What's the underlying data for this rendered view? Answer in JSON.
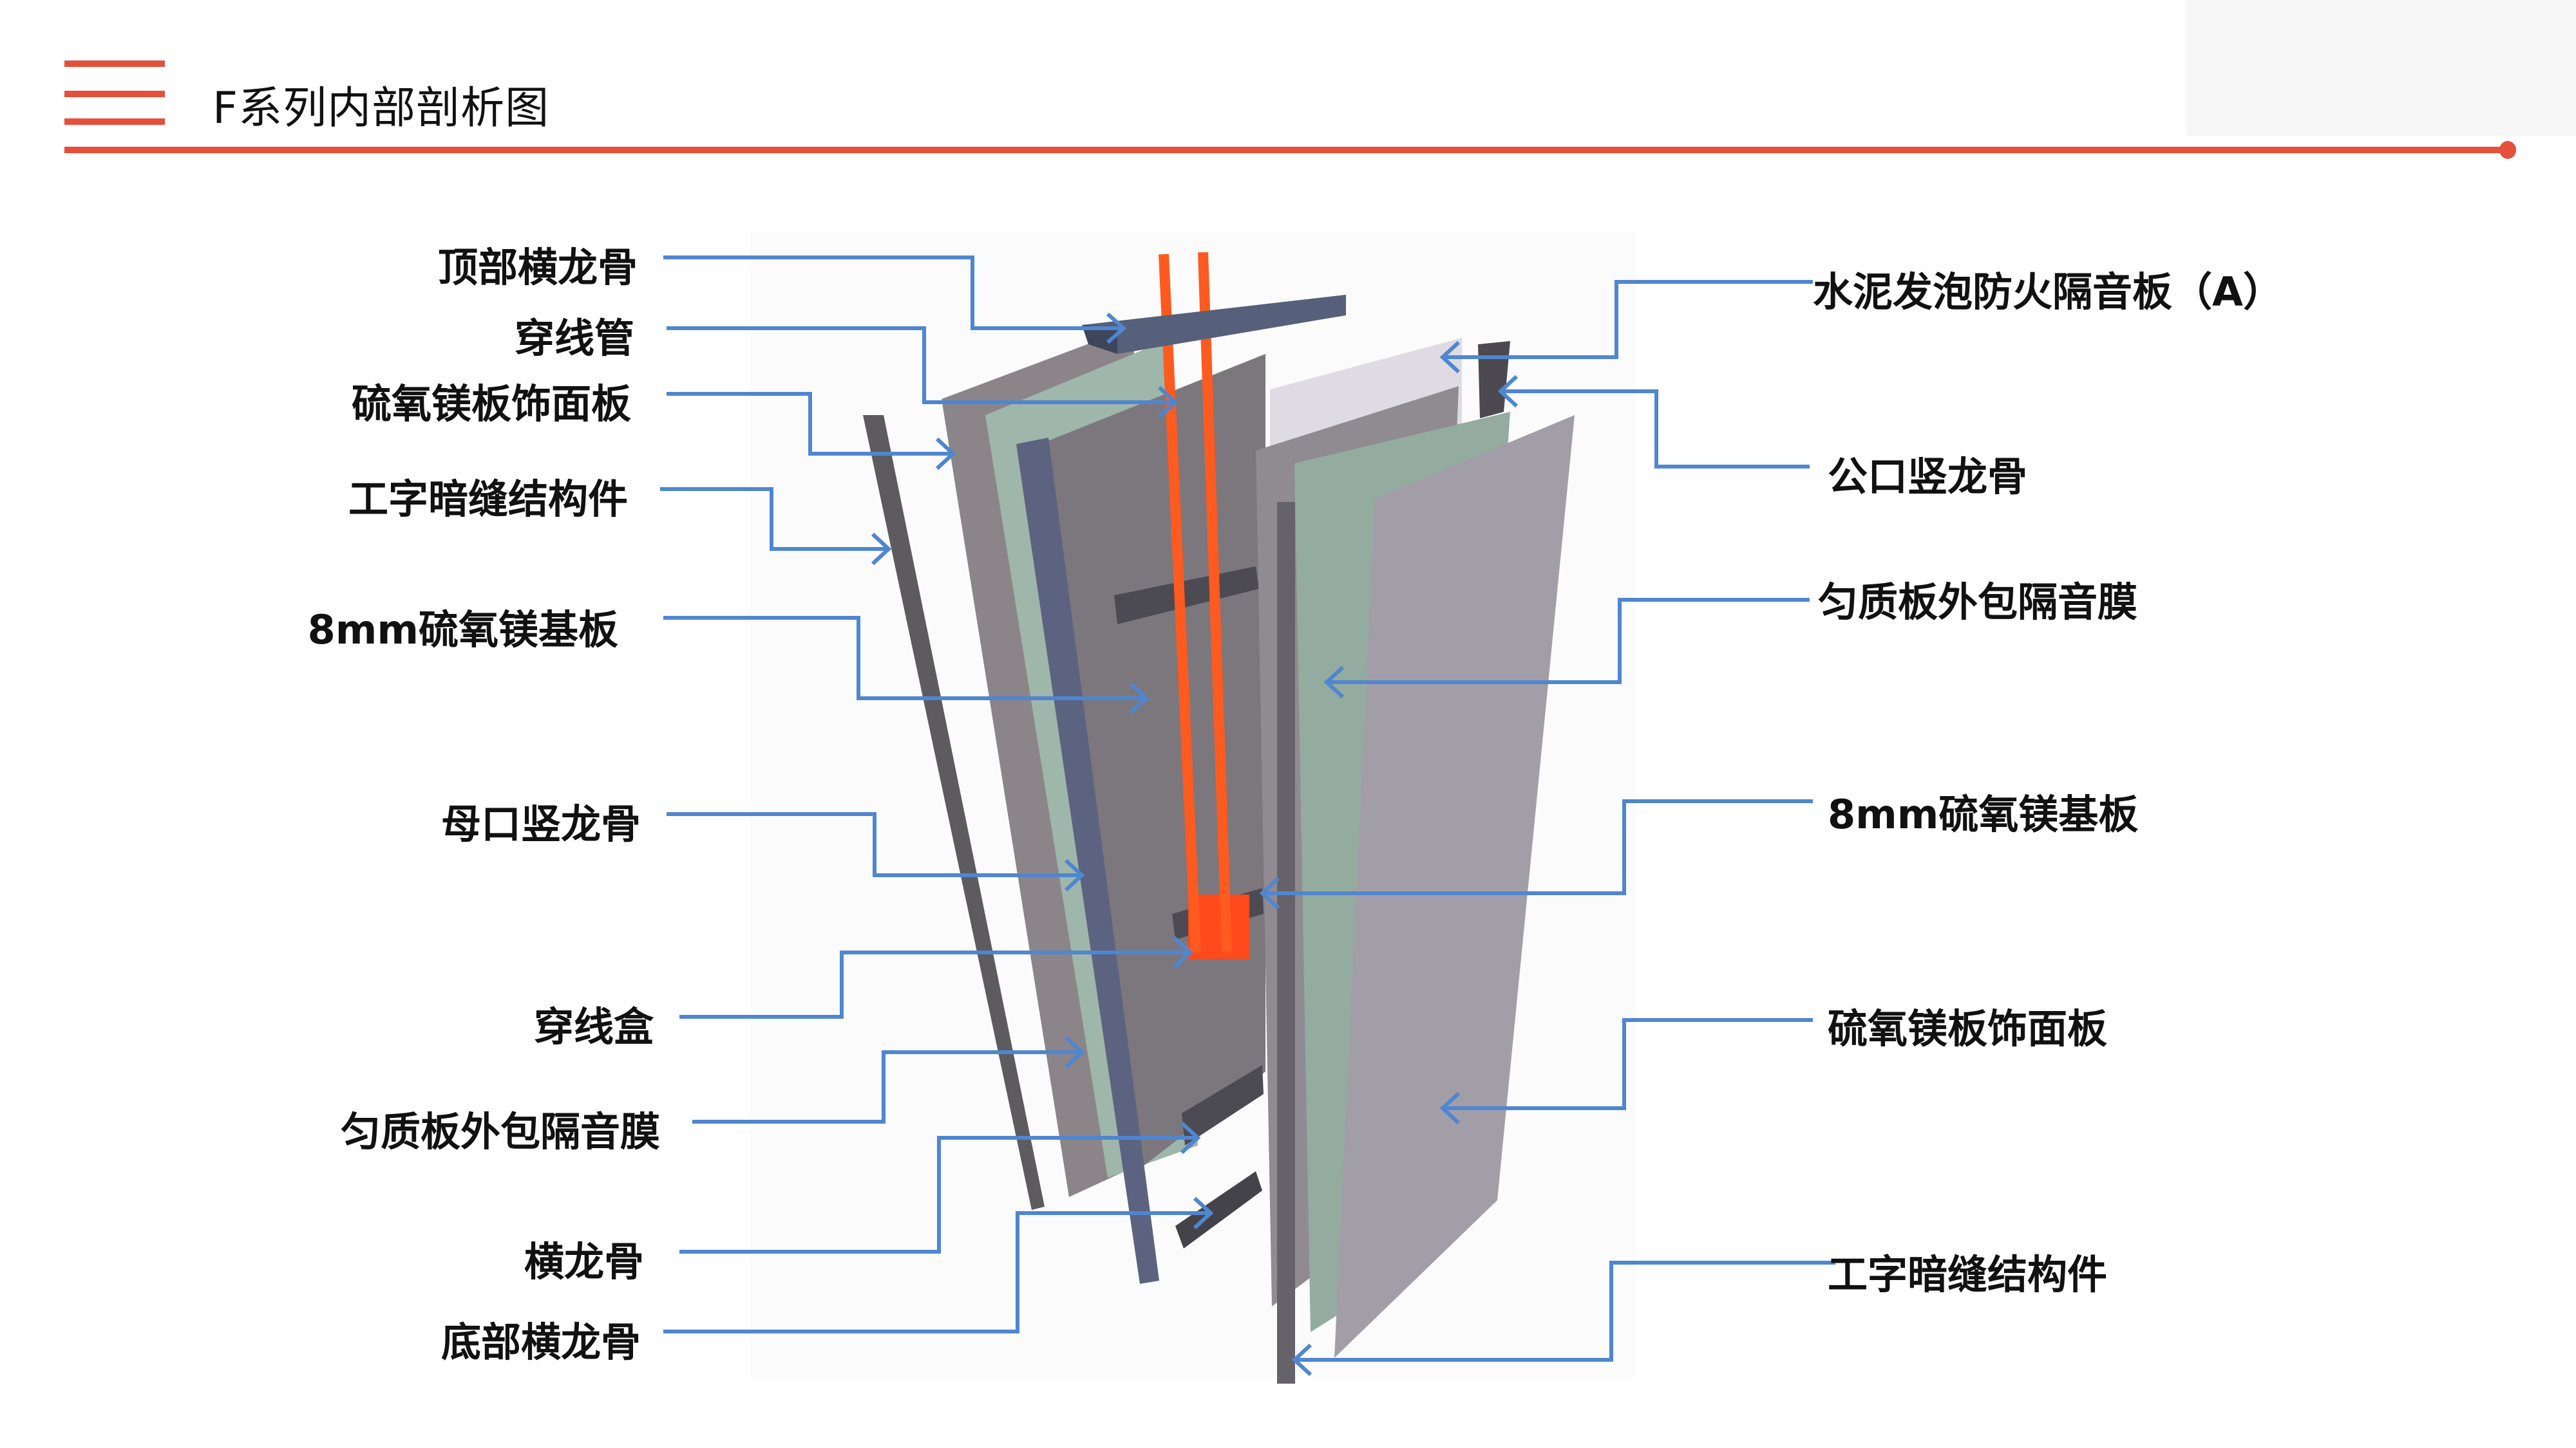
{
  "header": {
    "menu_icon": "hamburger-icon",
    "title": "F系列内部剖析图",
    "accent_color": "#e5503a"
  },
  "callout_color": "#4f86d0",
  "left_labels": [
    {
      "text": "顶部横龙骨"
    },
    {
      "text": "穿线管"
    },
    {
      "text": "硫氧镁板饰面板"
    },
    {
      "text": "工字暗缝结构件"
    },
    {
      "text": "8mm硫氧镁基板"
    },
    {
      "text": "母口竖龙骨"
    },
    {
      "text": "穿线盒"
    },
    {
      "text": "匀质板外包隔音膜"
    },
    {
      "text": "横龙骨"
    },
    {
      "text": "底部横龙骨"
    }
  ],
  "right_labels": [
    {
      "text": "水泥发泡防火隔音板（A）"
    },
    {
      "text": "公口竖龙骨"
    },
    {
      "text": "匀质板外包隔音膜"
    },
    {
      "text": "8mm硫氧镁基板"
    },
    {
      "text": "硫氧镁板饰面板"
    },
    {
      "text": "工字暗缝结构件"
    }
  ]
}
